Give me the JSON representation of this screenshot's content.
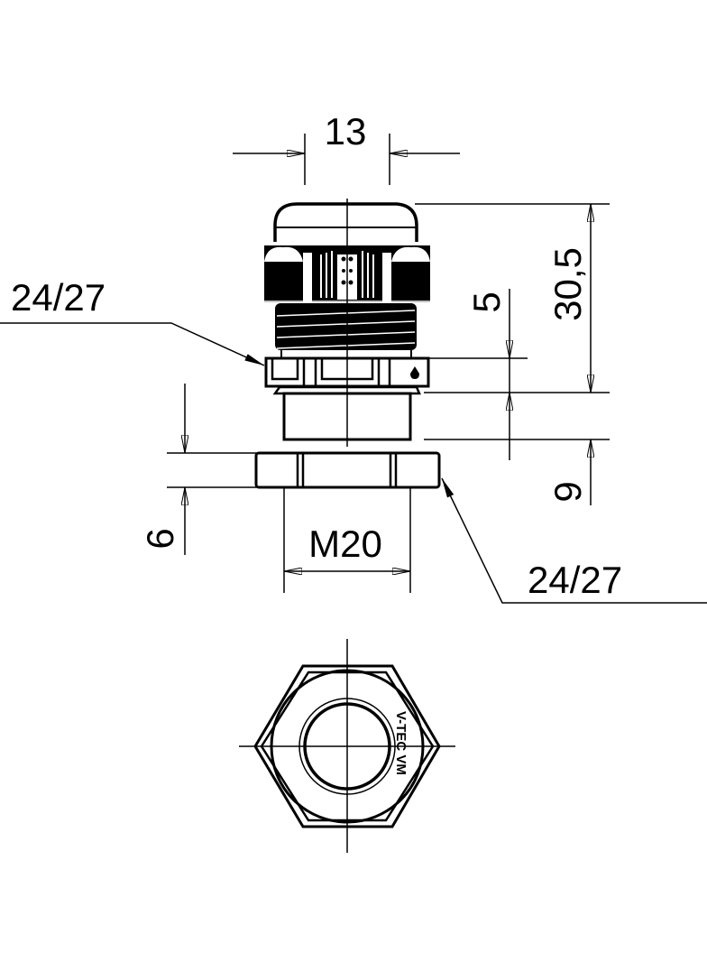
{
  "drawing": {
    "dimensions": {
      "top_width": "13",
      "overall_height": "30,5",
      "ring_height": "5",
      "thread_length": "9",
      "locknut_height": "6",
      "thread_size": "M20",
      "wrench_size_body": "24/27",
      "wrench_size_locknut": "24/27"
    },
    "logo_text": "V-TEC VM",
    "line_color": "#000000",
    "background_color": "#ffffff"
  }
}
